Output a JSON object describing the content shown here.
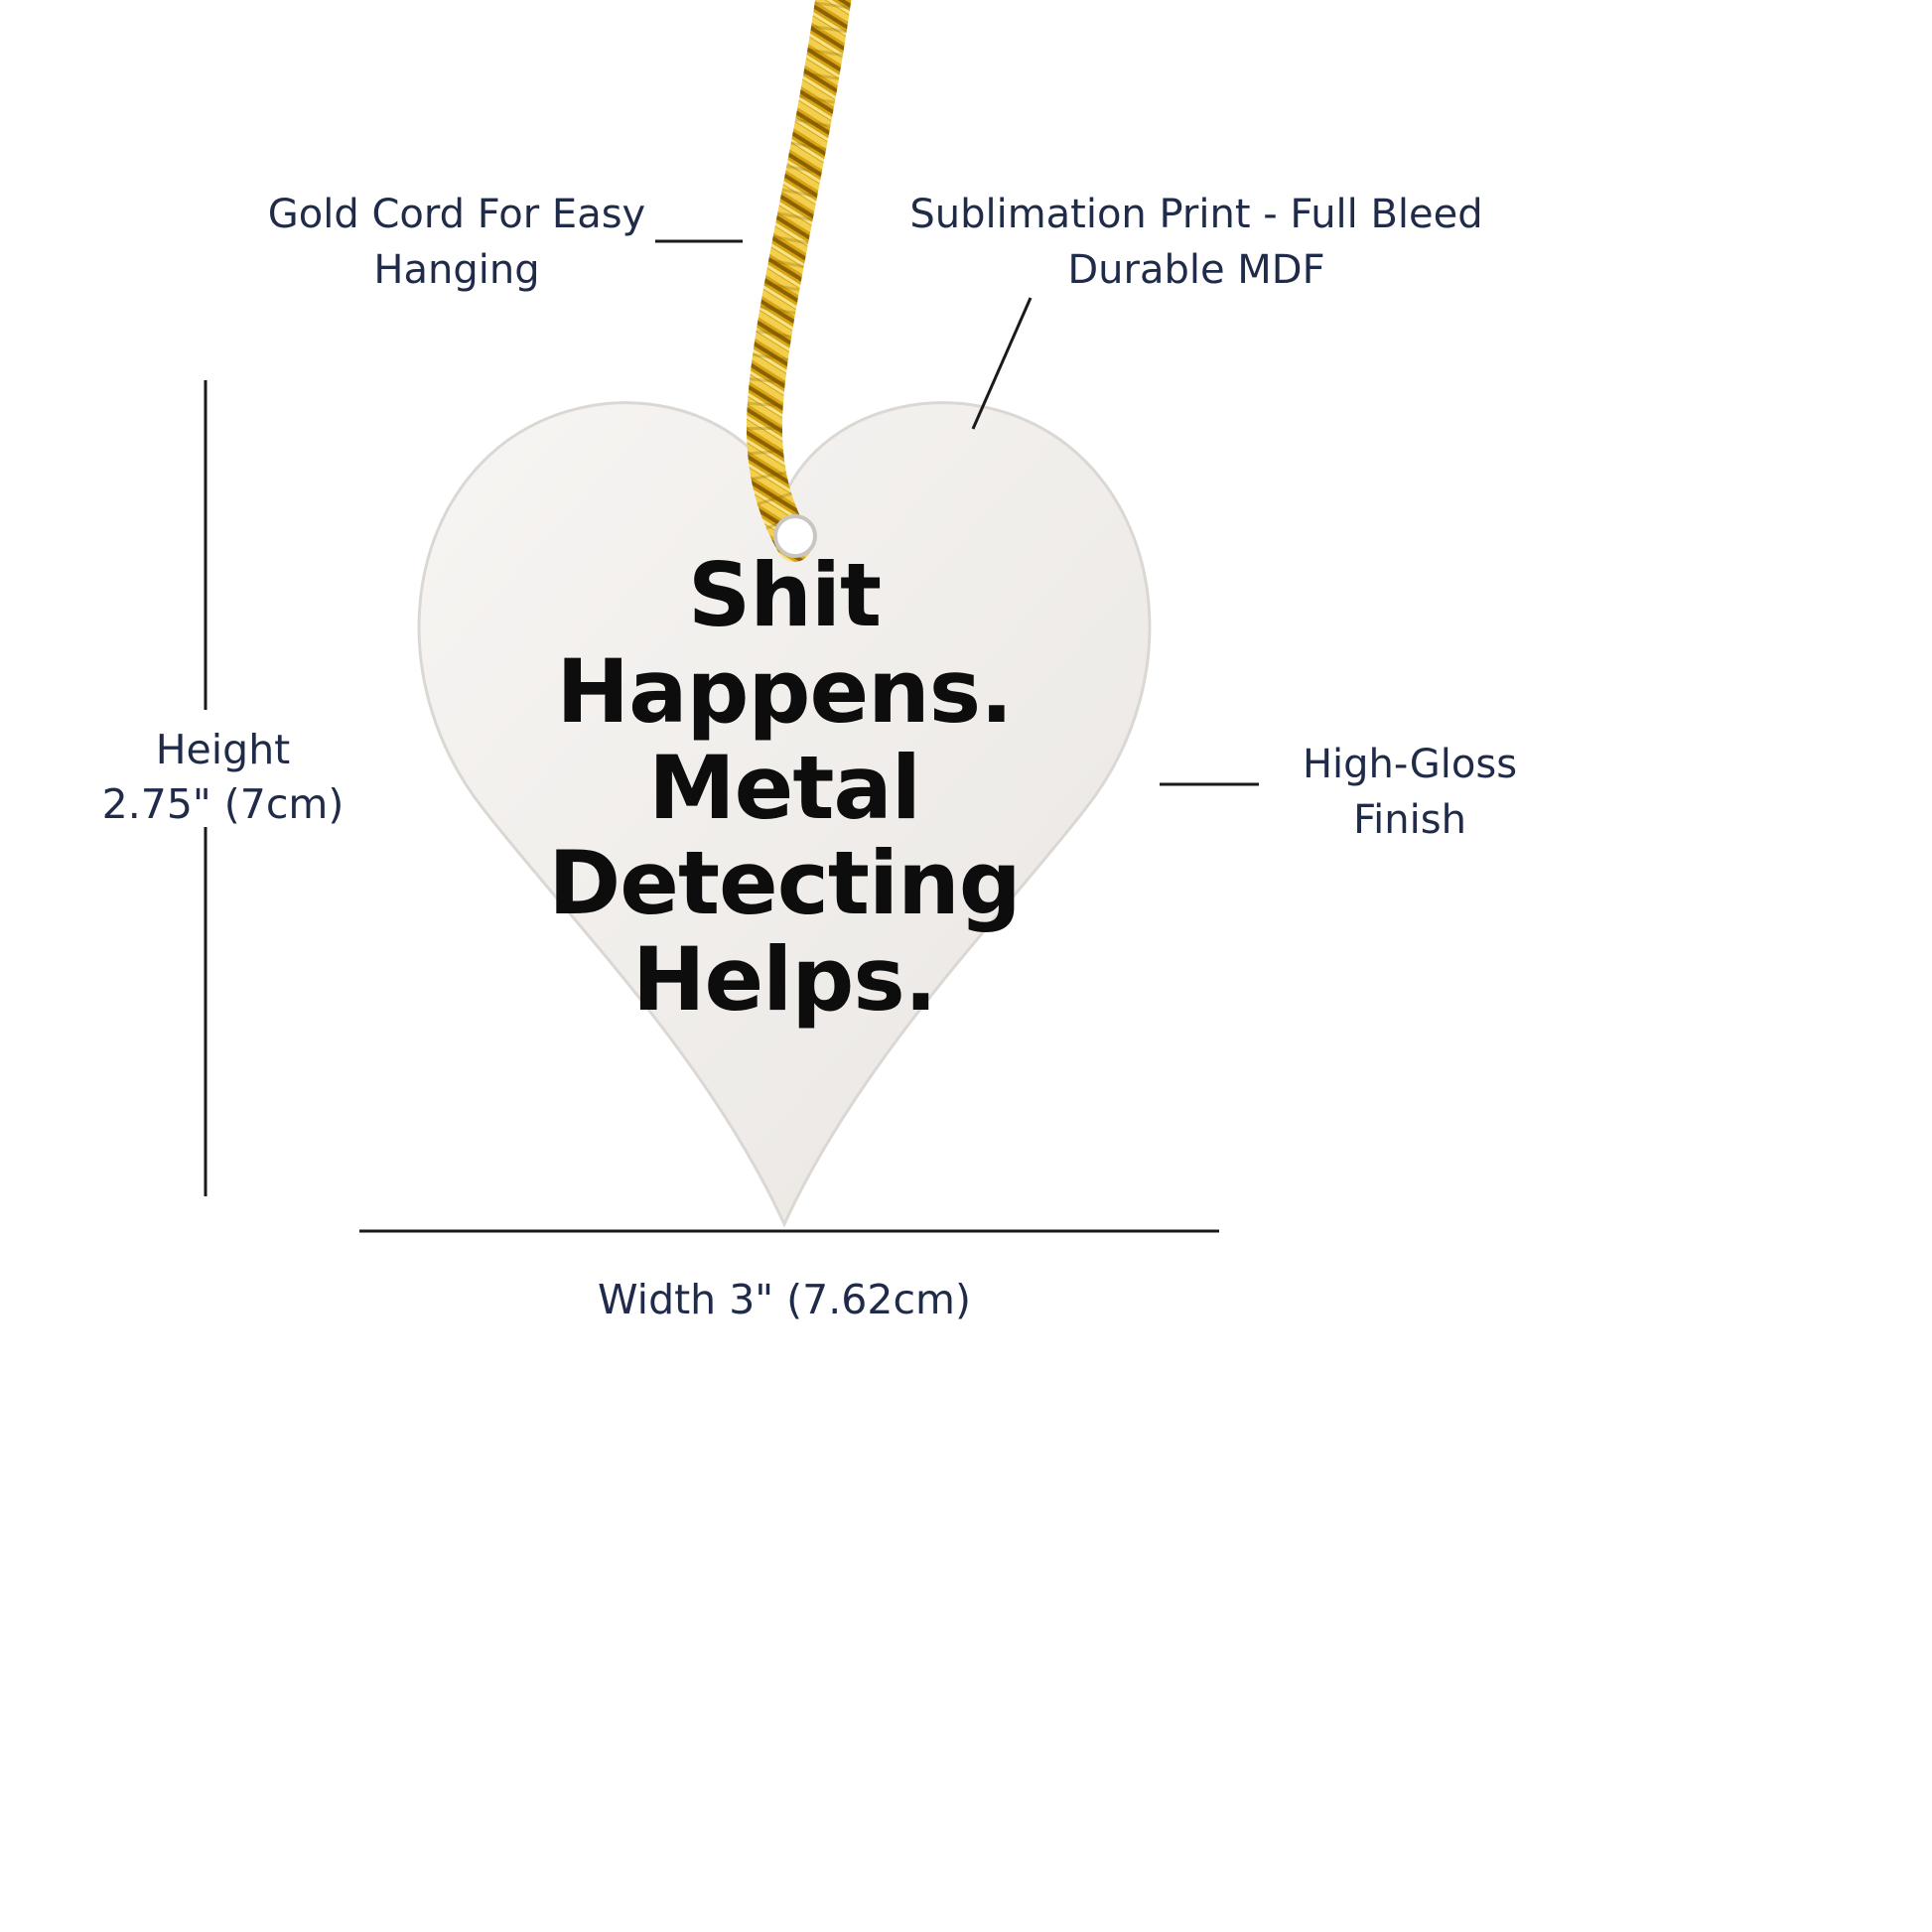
{
  "colors": {
    "label": "#1f2b49",
    "line": "#1a1a1a",
    "heart_text": "#0d0d0d",
    "gold": "#d9a514",
    "gold_dark": "#8a6200",
    "gold_light": "#f2cf4e",
    "gold_hi": "#f7e488",
    "heart_top": "#f7f5f3",
    "heart_bot": "#e9e6e2",
    "heart_edge": "#dbd8d4"
  },
  "callouts": {
    "cord": {
      "line1": "Gold Cord For Easy",
      "line2": "Hanging"
    },
    "print": {
      "line1": "Sublimation Print - Full Bleed",
      "line2": "Durable MDF"
    },
    "gloss": {
      "line1": "High-Gloss",
      "line2": "Finish"
    }
  },
  "dimensions": {
    "height": {
      "line1": "Height",
      "line2": "2.75\" (7cm)"
    },
    "width": {
      "label": "Width 3\" (7.62cm)"
    }
  },
  "ornament": {
    "lines": [
      "Shit",
      "Happens.",
      "Metal",
      "Detecting",
      "Helps."
    ]
  }
}
